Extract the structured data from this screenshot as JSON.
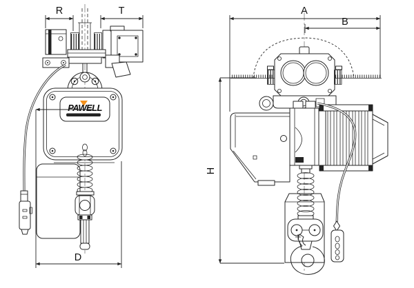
{
  "diagram": {
    "description": "Engineering line drawing of an electric chain hoist with motorized trolley, front view (left) and side view (right)",
    "ink": "#242424",
    "background": "#ffffff"
  },
  "brand": {
    "name": "PAWELL",
    "accent": "#F5921E"
  },
  "labels": {
    "R": "R",
    "T": "T",
    "A": "A",
    "B": "B",
    "H": "H",
    "D": "D"
  }
}
